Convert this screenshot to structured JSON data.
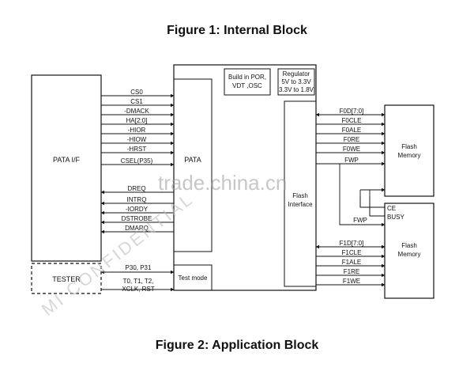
{
  "figure1_title": "Figure 1:    Internal Block",
  "figure2_title": "Figure 2: Application Block",
  "blocks": {
    "pata_if": "PATA I/F",
    "pata": "PATA",
    "por": [
      "Build in POR,",
      "VDT ,OSC"
    ],
    "regulator": [
      "Regulator",
      "5V to 3.3V",
      "3.3V to 1.8V"
    ],
    "flash_interface": [
      "Flash",
      "Interface"
    ],
    "flash_memory_1": [
      "Flash",
      "Memory"
    ],
    "flash_memory_2": [
      "Flash",
      "Memory"
    ],
    "tester": "TESTER",
    "test_mode": "Test mode"
  },
  "pata_signals_in": [
    "CS0",
    "CS1",
    "-DMACK",
    "HA[2:0]",
    "-HIOR",
    "-HIOW",
    "-HRST",
    "CSEL(P35)"
  ],
  "pata_signals_out": [
    "DREQ",
    "INTRQ",
    "-IORDY",
    "DSTROBE",
    "DMARQ"
  ],
  "flash0_signals": [
    "F0D[7:0]",
    "F0CLE",
    "F0ALE",
    "F0RE",
    "F0WE",
    "FWP"
  ],
  "shared_signals": [
    "CE",
    "BUSY",
    "FWP"
  ],
  "flash1_signals": [
    "F1D[7:0]",
    "F1CLE",
    "F1ALE",
    "F1RE",
    "F1WE"
  ],
  "tester_signals": [
    "P30, P31",
    "T0, T1, T2,",
    "XCLK, RST"
  ],
  "watermarks": {
    "site": "trade.china.cn",
    "confidential": "MI CONFIDENTIAL"
  }
}
